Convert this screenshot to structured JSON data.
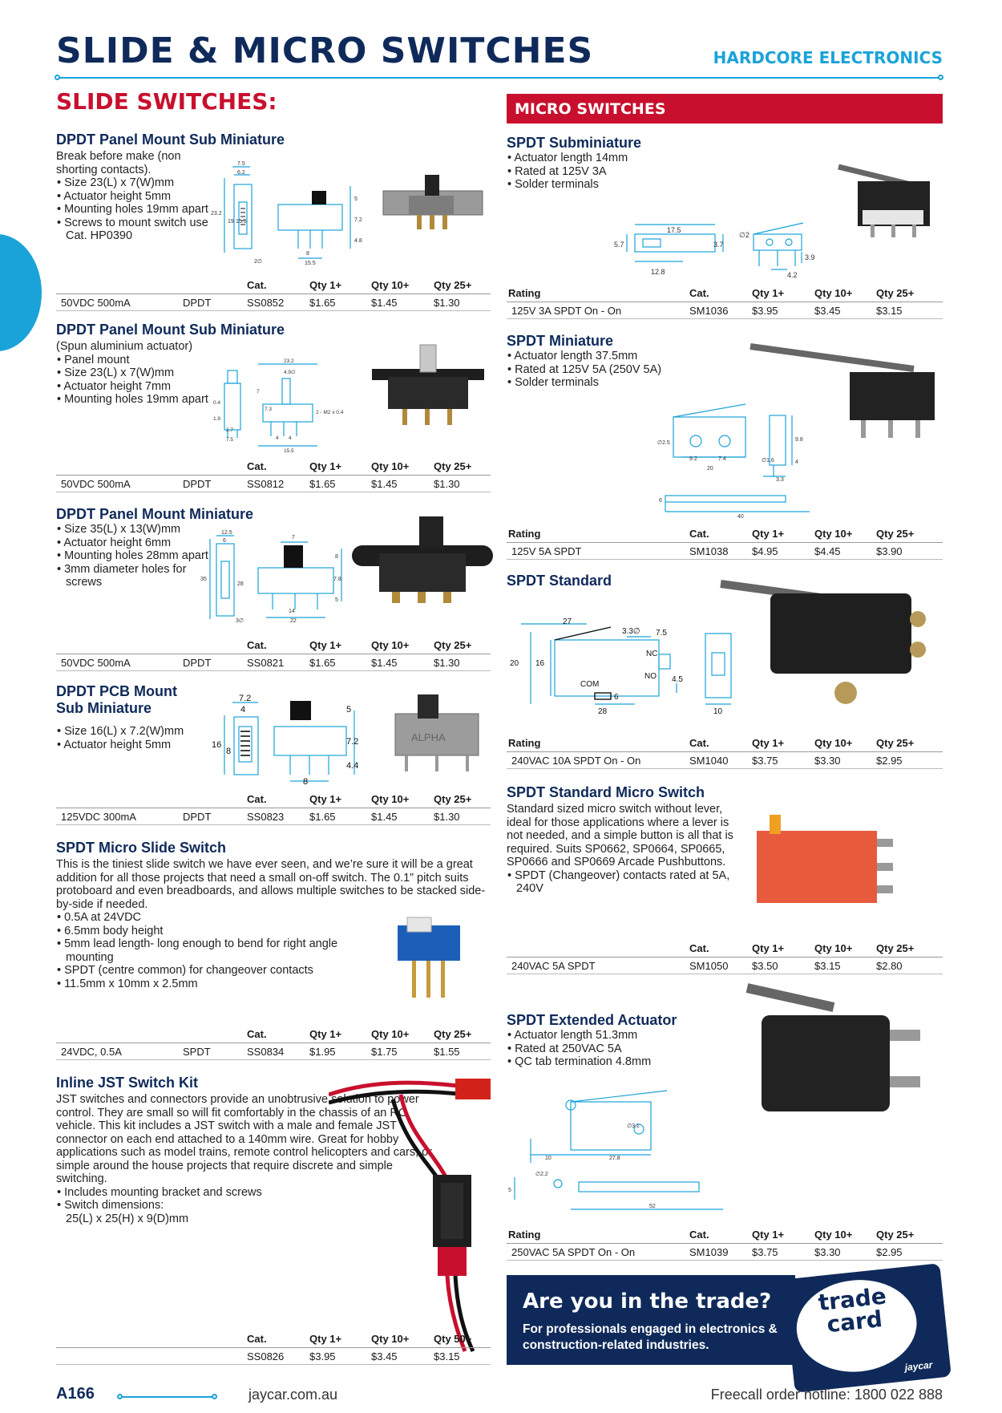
{
  "header": {
    "title": "SLIDE & MICRO SWITCHES",
    "brand": "HARDCORE ELECTRONICS"
  },
  "left": {
    "section_title": "SLIDE SWITCHES:"
  },
  "right": {
    "banner": "MICRO SWITCHES"
  },
  "table_cols": {
    "cat": "Cat.",
    "qty1": "Qty 1+",
    "qty10": "Qty 10+",
    "qty25": "Qty 25+",
    "qty50": "Qty 50+",
    "rating": "Rating"
  },
  "products": {
    "p1": {
      "title": "DPDT Panel Mount Sub Miniature",
      "desc": "Break before make (non shorting contacts).",
      "bullets": [
        "Size 23(L) x 7(W)mm",
        "Actuator height 5mm",
        "Mounting holes 19mm apart",
        "Screws to mount switch use Cat. HP0390"
      ],
      "rating": "50VDC 500mA",
      "type": "DPDT",
      "cat": "SS0852",
      "q1": "$1.65",
      "q10": "$1.45",
      "q25": "$1.30"
    },
    "p2": {
      "title": "DPDT Panel Mount Sub Miniature",
      "desc": "(Spun aluminium actuator)",
      "bullets": [
        "Panel mount",
        "Size 23(L) x 7(W)mm",
        "Actuator height 7mm",
        "Mounting holes 19mm apart"
      ],
      "rating": "50VDC 500mA",
      "type": "DPDT",
      "cat": "SS0812",
      "q1": "$1.65",
      "q10": "$1.45",
      "q25": "$1.30"
    },
    "p3": {
      "title": "DPDT Panel Mount Miniature",
      "bullets": [
        "Size 35(L) x 13(W)mm",
        "Actuator height 6mm",
        "Mounting holes 28mm apart",
        "3mm diameter holes for screws"
      ],
      "rating": "50VDC 500mA",
      "type": "DPDT",
      "cat": "SS0821",
      "q1": "$1.65",
      "q10": "$1.45",
      "q25": "$1.30"
    },
    "p4": {
      "title_line1": "DPDT PCB Mount",
      "title_line2": "Sub Miniature",
      "bullets": [
        "Size 16(L) x 7.2(W)mm",
        "Actuator height 5mm"
      ],
      "rating": "125VDC 300mA",
      "type": "DPDT",
      "cat": "SS0823",
      "q1": "$1.65",
      "q10": "$1.45",
      "q25": "$1.30"
    },
    "p5": {
      "title": "SPDT Micro Slide Switch",
      "desc": "This is the tiniest slide switch we have ever seen, and we’re sure it will be a great addition for all those projects that need a small on-off switch. The 0.1” pitch suits protoboard and even breadboards, and allows multiple switches to be stacked side-by-side if needed.",
      "bullets": [
        "0.5A at 24VDC",
        "6.5mm body height",
        "5mm lead length- long enough to bend for right angle mounting",
        "SPDT (centre common) for changeover contacts",
        "11.5mm x 10mm x 2.5mm"
      ],
      "rating": "24VDC, 0.5A",
      "type": "SPDT",
      "cat": "SS0834",
      "q1": "$1.95",
      "q10": "$1.75",
      "q25": "$1.55"
    },
    "p6": {
      "title": "Inline JST Switch Kit",
      "desc": "JST switches and connectors provide an unobtrusive solution to power control. They are small so will fit comfortably in the chassis of an RC vehicle. This kit includes a JST switch with a male and female JST connector on each end attached to a 140mm wire. Great for hobby applications such as model trains, remote control helicopters and cars, or simple around the house projects that require discrete and simple switching.",
      "bullets": [
        "Includes mounting bracket and screws",
        "Switch dimensions: 25(L) x 25(H) x 9(D)mm"
      ],
      "cat": "SS0826",
      "q1": "$3.95",
      "q10": "$3.45",
      "q50": "$3.15"
    },
    "m1": {
      "title": "SPDT Subminiature",
      "bullets": [
        "Actuator length 14mm",
        "Rated at 125V 3A",
        "Solder terminals"
      ],
      "rating": "125V 3A SPDT On - On",
      "cat": "SM1036",
      "q1": "$3.95",
      "q10": "$3.45",
      "q25": "$3.15"
    },
    "m2": {
      "title": "SPDT Miniature",
      "bullets": [
        "Actuator length 37.5mm",
        "Rated at 125V 5A (250V 5A)",
        "Solder terminals"
      ],
      "rating": "125V 5A SPDT",
      "cat": "SM1038",
      "q1": "$4.95",
      "q10": "$4.45",
      "q25": "$3.90"
    },
    "m3": {
      "title": "SPDT Standard",
      "rating": "240VAC 10A SPDT On - On",
      "cat": "SM1040",
      "q1": "$3.75",
      "q10": "$3.30",
      "q25": "$2.95"
    },
    "m4": {
      "title": "SPDT Standard Micro Switch",
      "desc": "Standard sized micro switch without lever, ideal for those applications where a lever is not needed, and a simple button is all that is required. Suits SP0662, SP0664, SP0665, SP0666 and SP0669 Arcade Pushbuttons.",
      "bullets": [
        "SPDT (Changeover) contacts rated at 5A, 240V"
      ],
      "rating": "240VAC 5A SPDT",
      "cat": "SM1050",
      "q1": "$3.50",
      "q10": "$3.15",
      "q25": "$2.80"
    },
    "m5": {
      "title": "SPDT Extended Actuator",
      "bullets": [
        "Actuator length 51.3mm",
        "Rated at 250VAC 5A",
        "QC tab termination 4.8mm"
      ],
      "rating": "250VAC 5A SPDT On - On",
      "cat": "SM1039",
      "q1": "$3.75",
      "q10": "$3.30",
      "q25": "$2.95"
    }
  },
  "dims": {
    "p1": [
      "7.5",
      "6.2",
      "23.2",
      "19",
      "15.5",
      "5",
      "7.2",
      "4.8",
      "2∅",
      "8",
      "15.5"
    ],
    "p2": [
      "23.2",
      "4.9∅",
      "7",
      "7.3",
      "2 - M2 x 0.4",
      "0.4",
      "1.9",
      "2.7",
      "7.5",
      "4",
      "4",
      "15.5"
    ],
    "p3": [
      "12.5",
      "6",
      "7",
      "8",
      "7.8",
      "5",
      "35",
      "28",
      "14",
      "22",
      "3∅"
    ],
    "p4": [
      "7.2",
      "4",
      "16",
      "8",
      "5",
      "7.2",
      "4.4",
      "8"
    ],
    "m1": [
      "17.5",
      "5.7",
      "12.8",
      "3.7",
      "∅2",
      "3.9",
      "4.2"
    ],
    "m2": [
      "∅2.5",
      "9.2",
      "7.4",
      "20",
      "9.8",
      "∅1.6",
      "4",
      "3.3",
      "6",
      "40"
    ],
    "m3": [
      "27",
      "3.3∅",
      "7.5",
      "20",
      "16",
      "NC",
      "NO",
      "COM",
      "4.5",
      "6",
      "28",
      "10"
    ],
    "m5": [
      "∅3.1",
      "10",
      "27.8",
      "∅2.2",
      "5",
      "52"
    ]
  },
  "trade": {
    "headline": "Are you in the trade?",
    "sub": "For professionals engaged in electronics & construction-related industries.",
    "card_line1": "trade",
    "card_line2": "card",
    "card_brand": "jaycar"
  },
  "footer": {
    "page": "A166",
    "url": "jaycar.com.au",
    "hotline": "Freecall order hotline: 1800 022 888"
  },
  "colors": {
    "navy": "#0f2a5a",
    "red": "#c8102e",
    "cyan": "#1aa3d9"
  }
}
